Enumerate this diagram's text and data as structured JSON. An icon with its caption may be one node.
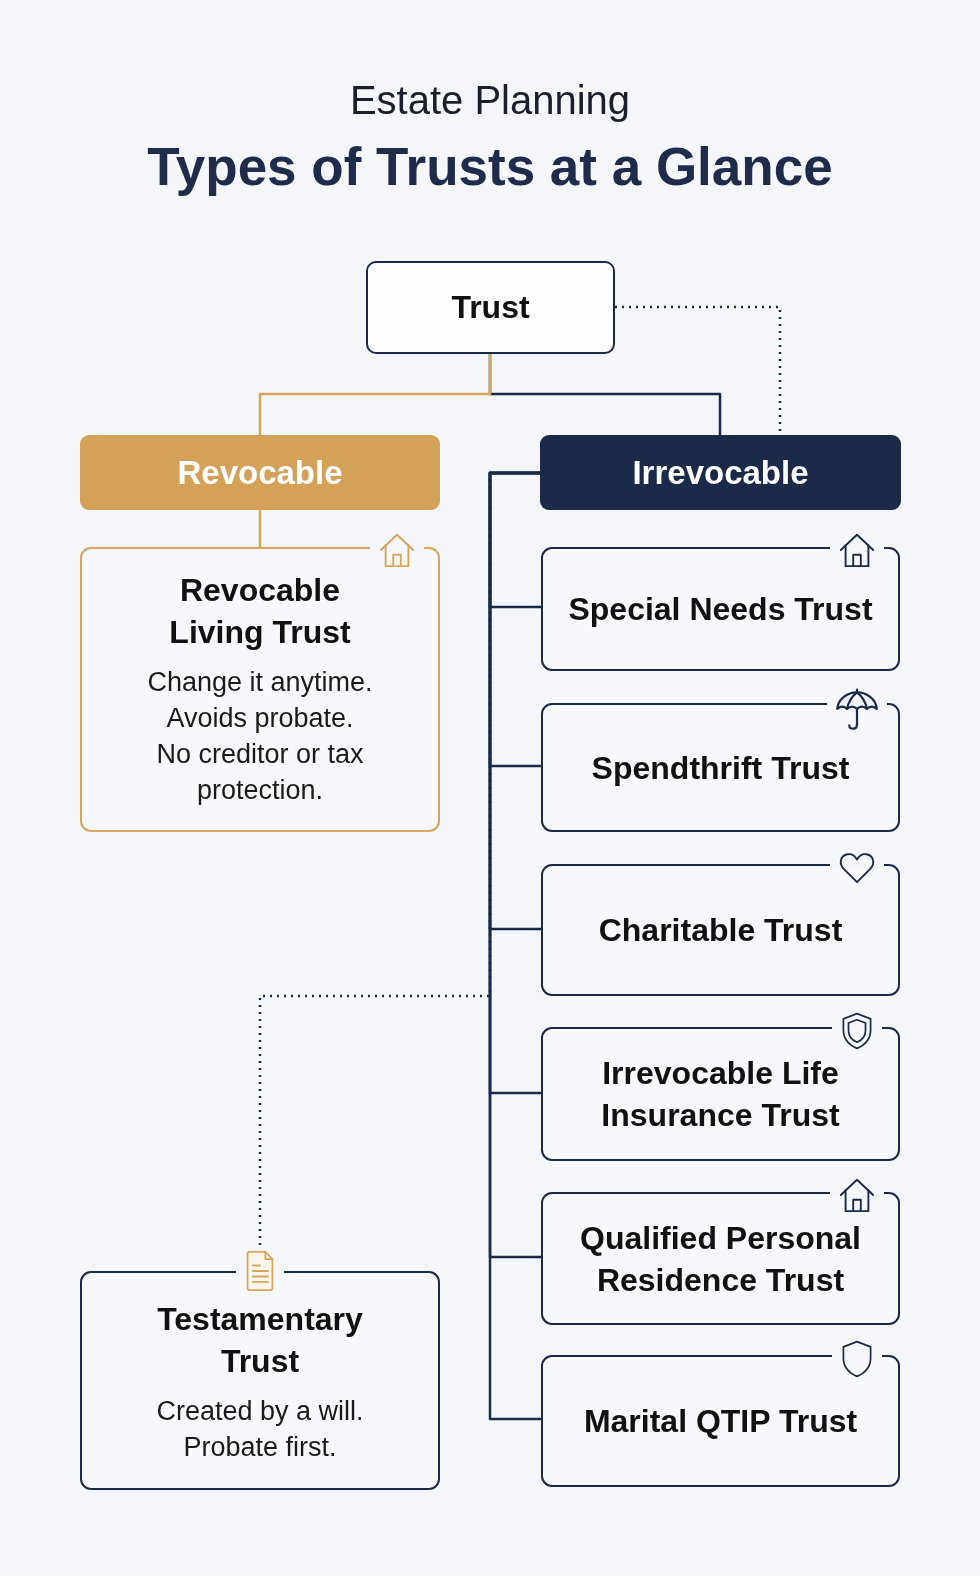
{
  "diagram": {
    "title": "Types of Trusts at a Glance",
    "nodes": [
      {
        "text": [
          "Trust"
        ]
      },
      {
        "text": [
          "Revocable"
        ]
      },
      {
        "text": [
          "Irrevocable"
        ]
      },
      {
        "text": [
          "Revocable Living Trust",
          "Change it anytime. Avoids probate. No creditor or tax protection."
        ]
      },
      {
        "text": [
          "Special Needs Trust"
        ]
      },
      {
        "text": [
          "Spendthrift Trust"
        ]
      },
      {
        "text": [
          "Charitable Trust"
        ]
      },
      {
        "text": [
          "Irrevocable Life Insurance Trust"
        ]
      },
      {
        "text": [
          "Qualified Personal Residence Trust"
        ]
      },
      {
        "text": [
          "Marital QTIP Trust"
        ]
      },
      {
        "text": [
          "Testamentary Trust",
          "Created by a will. Probate first."
        ]
      }
    ],
    "edges": [
      {
        "from": 0,
        "to": 1,
        "arrow": "none",
        "color": "#d4a65e"
      },
      {
        "from": 0,
        "to": 2,
        "arrow": "none"
      },
      {
        "from": 0,
        "to": 2,
        "arrow": "none",
        "style": "dashed"
      },
      {
        "from": 1,
        "to": 3,
        "arrow": "none",
        "color": "#d4a65e"
      },
      {
        "from": 2,
        "to": 4,
        "arrow": "none"
      },
      {
        "from": 2,
        "to": 5,
        "arrow": "none"
      },
      {
        "from": 2,
        "to": 6,
        "arrow": "none"
      },
      {
        "from": 2,
        "to": 7,
        "arrow": "none"
      },
      {
        "from": 2,
        "to": 8,
        "arrow": "none"
      },
      {
        "from": 2,
        "to": 9,
        "arrow": "none"
      },
      {
        "from": 2,
        "to": 10,
        "arrow": "none",
        "style": "dashed"
      }
    ],
    "labels": [
      "Estate Planning"
    ]
  }
}
